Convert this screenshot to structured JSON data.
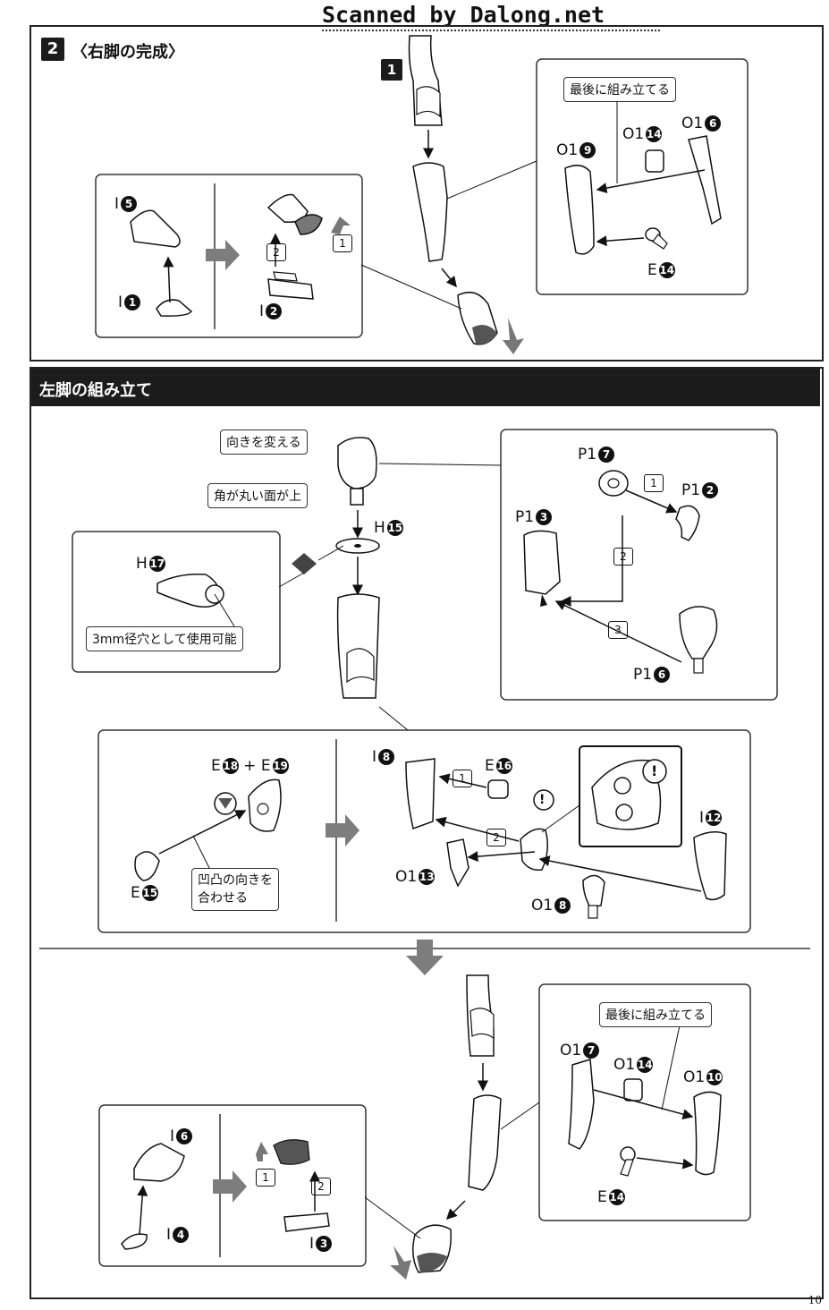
{
  "watermark": "Scanned by Dalong.net",
  "page_number": "10",
  "section1": {
    "step_number": "2",
    "title": "〈右脚の完成〉",
    "sub_step": "1",
    "callout_last": "最後に組み立てる",
    "parts": {
      "i5": {
        "letter": "I",
        "num": "5"
      },
      "i1": {
        "letter": "I",
        "num": "1"
      },
      "i2": {
        "letter": "I",
        "num": "2"
      },
      "o19": {
        "letter": "O1",
        "num": "9"
      },
      "o114": {
        "letter": "O1",
        "num": "14"
      },
      "o16": {
        "letter": "O1",
        "num": "6"
      },
      "e14": {
        "letter": "E",
        "num": "14"
      }
    },
    "order": {
      "one": "1",
      "two": "2"
    }
  },
  "section2": {
    "header": "左脚の組み立て",
    "callout_turn": "向きを変える",
    "callout_round": "角が丸い面が上",
    "callout_hole": "3mm径穴として使用可能",
    "callout_align": "凹凸の向きを\n合わせる",
    "callout_last": "最後に組み立てる",
    "parts": {
      "h15": {
        "letter": "H",
        "num": "15"
      },
      "h17": {
        "letter": "H",
        "num": "17"
      },
      "p17": {
        "letter": "P1",
        "num": "7"
      },
      "p12": {
        "letter": "P1",
        "num": "2"
      },
      "p13": {
        "letter": "P1",
        "num": "3"
      },
      "p16": {
        "letter": "P1",
        "num": "6"
      },
      "e18": {
        "letter": "E",
        "num": "18"
      },
      "e19": {
        "letter": "E",
        "num": "19"
      },
      "e15": {
        "letter": "E",
        "num": "15"
      },
      "i8": {
        "letter": "I",
        "num": "8"
      },
      "e16": {
        "letter": "E",
        "num": "16"
      },
      "i12": {
        "letter": "I",
        "num": "12"
      },
      "o113": {
        "letter": "O1",
        "num": "13"
      },
      "o18": {
        "letter": "O1",
        "num": "8"
      },
      "i6": {
        "letter": "I",
        "num": "6"
      },
      "i4": {
        "letter": "I",
        "num": "4"
      },
      "i3": {
        "letter": "I",
        "num": "3"
      },
      "o17": {
        "letter": "O1",
        "num": "7"
      },
      "o114": {
        "letter": "O1",
        "num": "14"
      },
      "o110": {
        "letter": "O1",
        "num": "10"
      },
      "e14": {
        "letter": "E",
        "num": "14"
      }
    },
    "plus": "+",
    "order": {
      "one": "1",
      "two": "2",
      "three": "3"
    },
    "warning": "!"
  },
  "colors": {
    "ink": "#111111",
    "part_gray": "#8a8a8a",
    "arrow_gray": "#6d6d6d"
  }
}
